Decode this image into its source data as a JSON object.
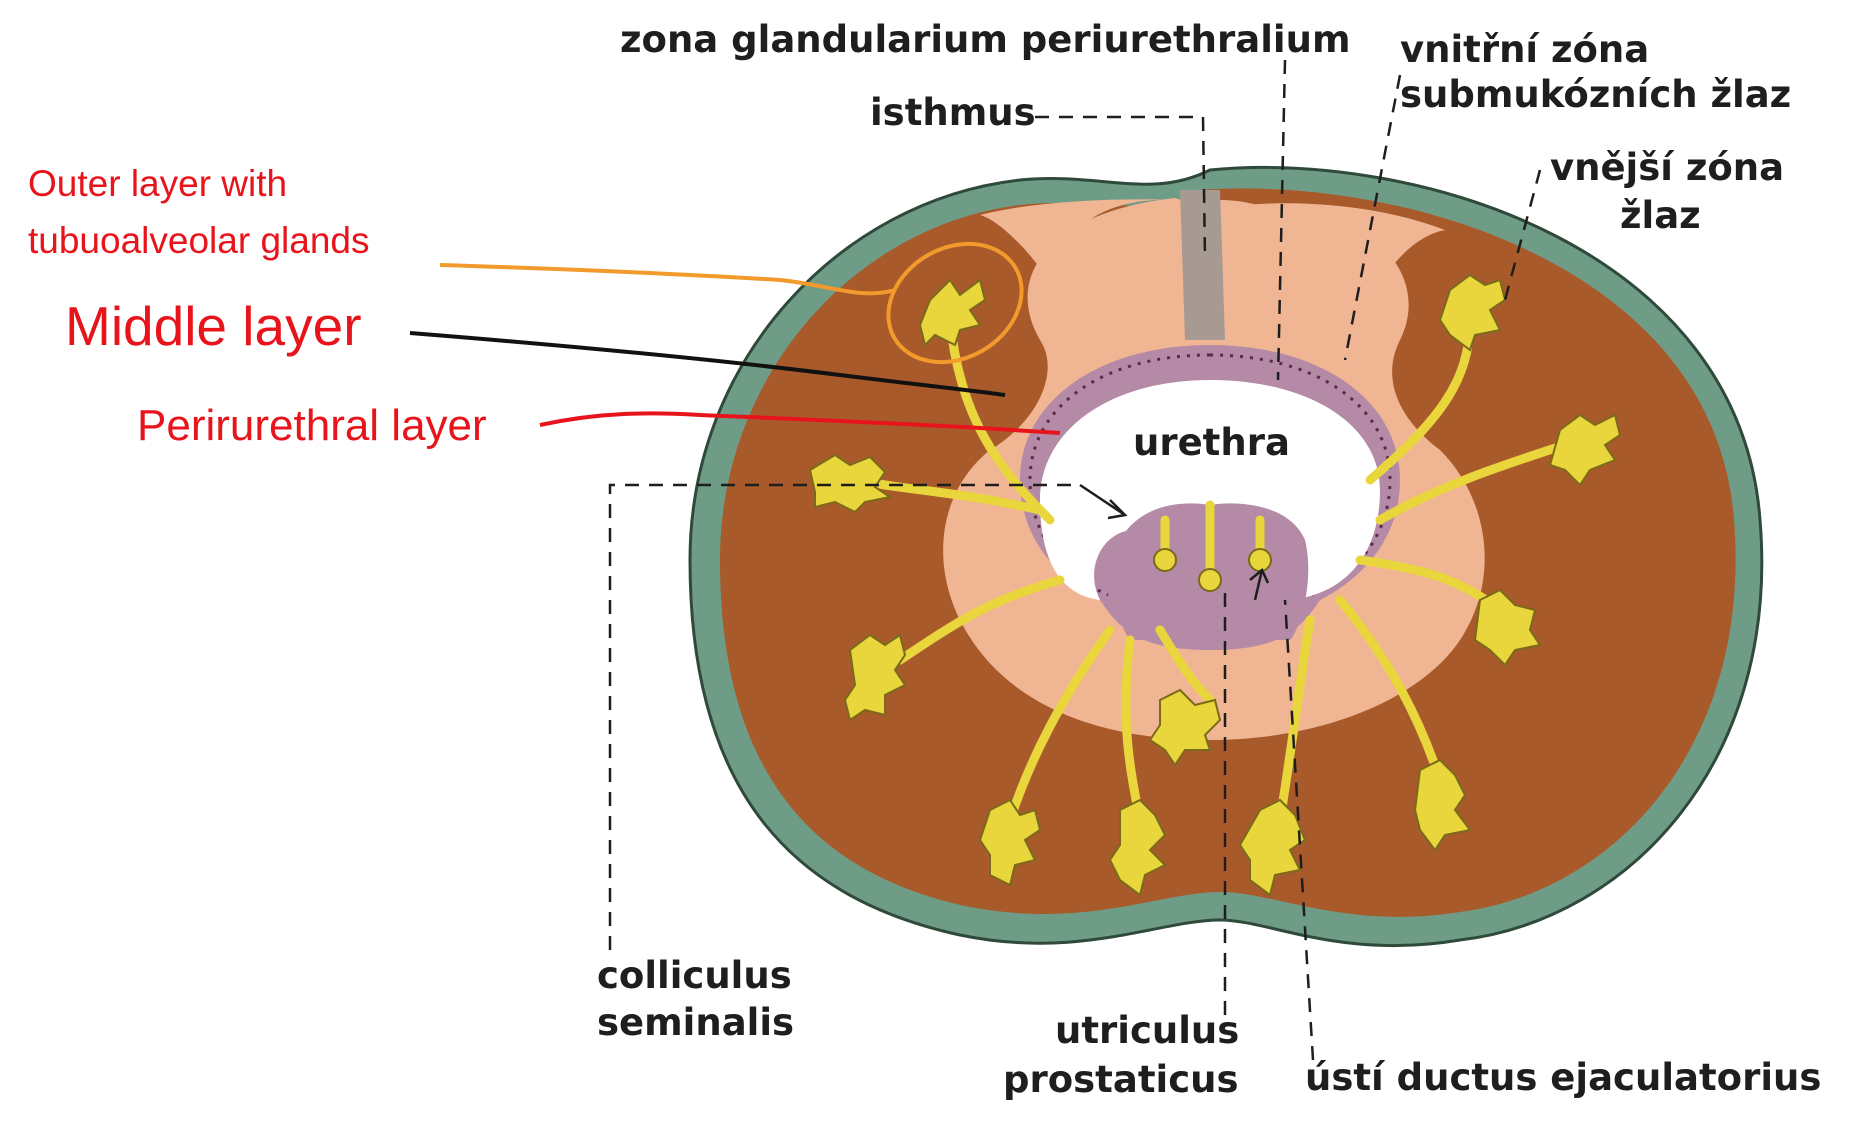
{
  "labels": {
    "zona_glandularium": "zona glandularium periurethralium",
    "isthmus": "isthmus",
    "vnitrni_line1": "vnitřní zóna",
    "vnitrni_line2": "submukózních žlaz",
    "vnejsi_line1": "vnější zóna",
    "vnejsi_line2": "žlaz",
    "urethra": "urethra",
    "colliculus_line1": "colliculus",
    "colliculus_line2": "seminalis",
    "utriculus_line1": "utriculus",
    "utriculus_line2": "prostaticus",
    "usti": "ústí ductus ejaculatorius"
  },
  "annotations": {
    "outer_line1": "Outer layer with",
    "outer_line2": "tubuoalveolar glands",
    "middle": "Middle layer",
    "periurethral": "Perirurethral layer"
  },
  "colors": {
    "capsule": "#6f9c86",
    "outer_zone": "#a95a2a",
    "middle_zone": "#f0b593",
    "periurethral_zone": "#b58aa6",
    "glands": "#e9d53c",
    "annotation_red": "#e8141b",
    "annotation_orange": "#f29a2c",
    "annotation_black": "#111111"
  }
}
